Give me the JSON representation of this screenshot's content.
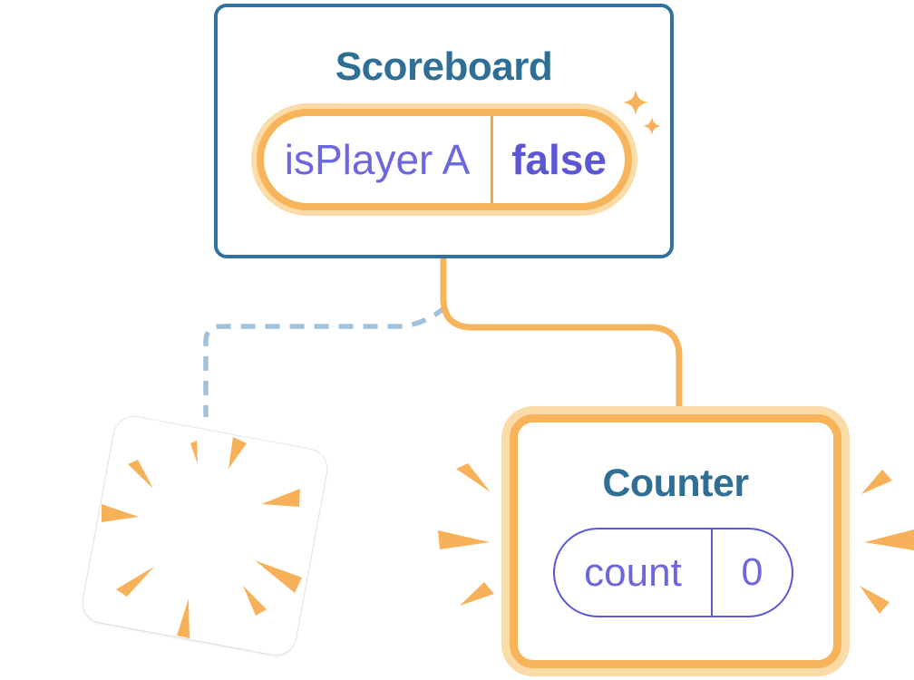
{
  "diagram": {
    "scoreboard": {
      "title": "Scoreboard",
      "state_pill": {
        "label": "isPlayer A",
        "value": "false"
      }
    },
    "counter": {
      "title": "Counter",
      "state_pill": {
        "label": "count",
        "value": "0"
      }
    },
    "colors": {
      "bg": "#ffffff",
      "blue_border": "#2F71A1",
      "teal_title": "#2F6F96",
      "orange": "#F7B45B",
      "orange_glow": "#FBDBA7",
      "orange_divider": "#F0A850",
      "purple_label": "#6C67DC",
      "purple_value": "#5A56D6",
      "purple_border": "#5B58D8",
      "dashed_blue": "#A2C1DA",
      "spark_orange": "#F6B159"
    }
  }
}
